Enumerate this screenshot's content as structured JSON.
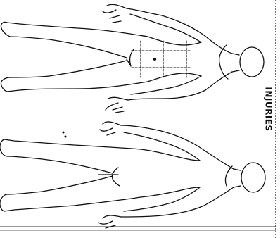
{
  "form": {
    "title": "INJURIES"
  },
  "figures": [
    {
      "view": "front"
    },
    {
      "view": "back"
    }
  ],
  "colors": {
    "ink": "#111111",
    "paper": "#ffffff"
  }
}
